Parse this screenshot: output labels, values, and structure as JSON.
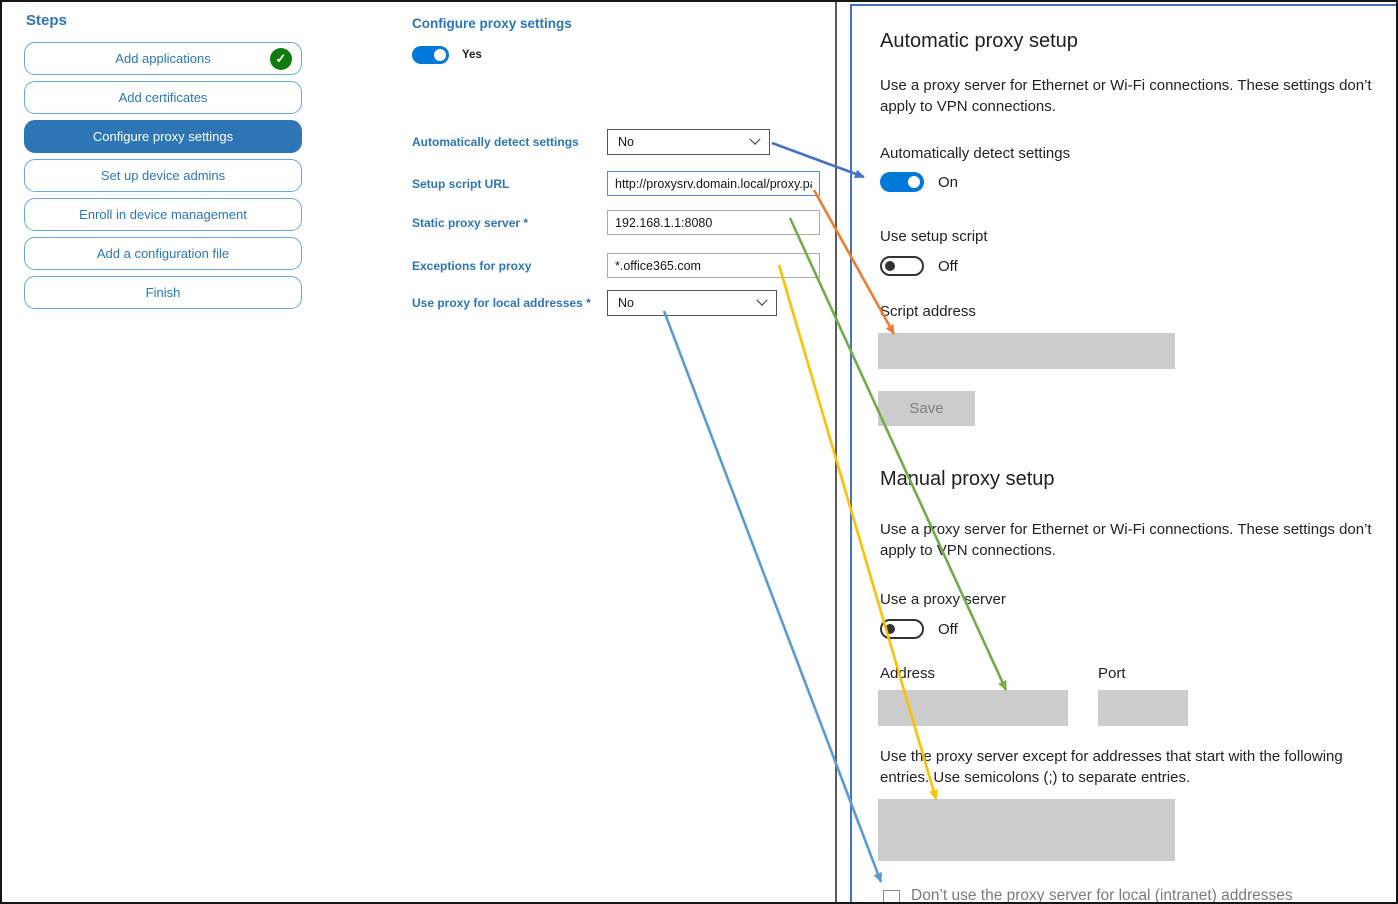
{
  "sidebar": {
    "title": "Steps",
    "items": [
      {
        "label": "Add applications",
        "status": "completed"
      },
      {
        "label": "Add certificates",
        "status": "default"
      },
      {
        "label": "Configure proxy settings",
        "status": "active"
      },
      {
        "label": "Set up device admins",
        "status": "default"
      },
      {
        "label": "Enroll in device management",
        "status": "default"
      },
      {
        "label": "Add a configuration file",
        "status": "default"
      },
      {
        "label": "Finish",
        "status": "default"
      }
    ],
    "completed_icon": "✓"
  },
  "middle": {
    "title": "Configure proxy settings",
    "enabled_toggle": {
      "state_label": "Yes",
      "state": "on"
    },
    "fields": [
      {
        "label": "Automatically detect settings",
        "type": "dropdown",
        "value": "No"
      },
      {
        "label": "Setup script URL",
        "type": "text",
        "value": "http://proxysrv.domain.local/proxy.pa"
      },
      {
        "label": "Static proxy server *",
        "type": "text",
        "value": "192.168.1.1:8080"
      },
      {
        "label": "Exceptions for proxy",
        "type": "text",
        "value": "*.office365.com"
      },
      {
        "label": "Use proxy for local addresses *",
        "type": "dropdown",
        "value": "No"
      }
    ]
  },
  "right_panel": {
    "automatic": {
      "heading": "Automatic proxy setup",
      "description": "Use a proxy server for Ethernet or Wi-Fi connections. These settings don’t apply to VPN connections.",
      "detect_label": "Automatically detect settings",
      "detect_state": "On",
      "script_toggle_label": "Use setup script",
      "script_toggle_state": "Off",
      "script_address_label": "Script address",
      "script_address_value": "",
      "save_label": "Save"
    },
    "manual": {
      "heading": "Manual proxy setup",
      "description": "Use a proxy server for Ethernet or Wi-Fi connections. These settings don’t apply to VPN connections.",
      "proxy_toggle_label": "Use a proxy server",
      "proxy_toggle_state": "Off",
      "address_label": "Address",
      "address_value": "",
      "port_label": "Port",
      "port_value": "",
      "exceptions_description": "Use the proxy server except for addresses that start with the following entries. Use semicolons (;) to separate entries.",
      "exceptions_value": "",
      "local_checkbox_label": "Don’t use the proxy server for local (intranet) addresses",
      "local_checkbox_checked": false
    }
  },
  "arrows": [
    {
      "name": "automatically-detect-mapping",
      "color": "#4472C4"
    },
    {
      "name": "setup-script-url-mapping",
      "color": "#ED7D31"
    },
    {
      "name": "static-proxy-mapping",
      "color": "#70AD47"
    },
    {
      "name": "exceptions-mapping",
      "color": "#FFC000"
    },
    {
      "name": "local-addresses-mapping",
      "color": "#5B9BD5"
    }
  ],
  "colors": {
    "accent_blue": "#2E75B6",
    "toggle_on_blue": "#0078D7",
    "completed_green": "#107C10",
    "panel_border_blue": "#4472C4",
    "disabled_gray": "#CCCCCC"
  }
}
